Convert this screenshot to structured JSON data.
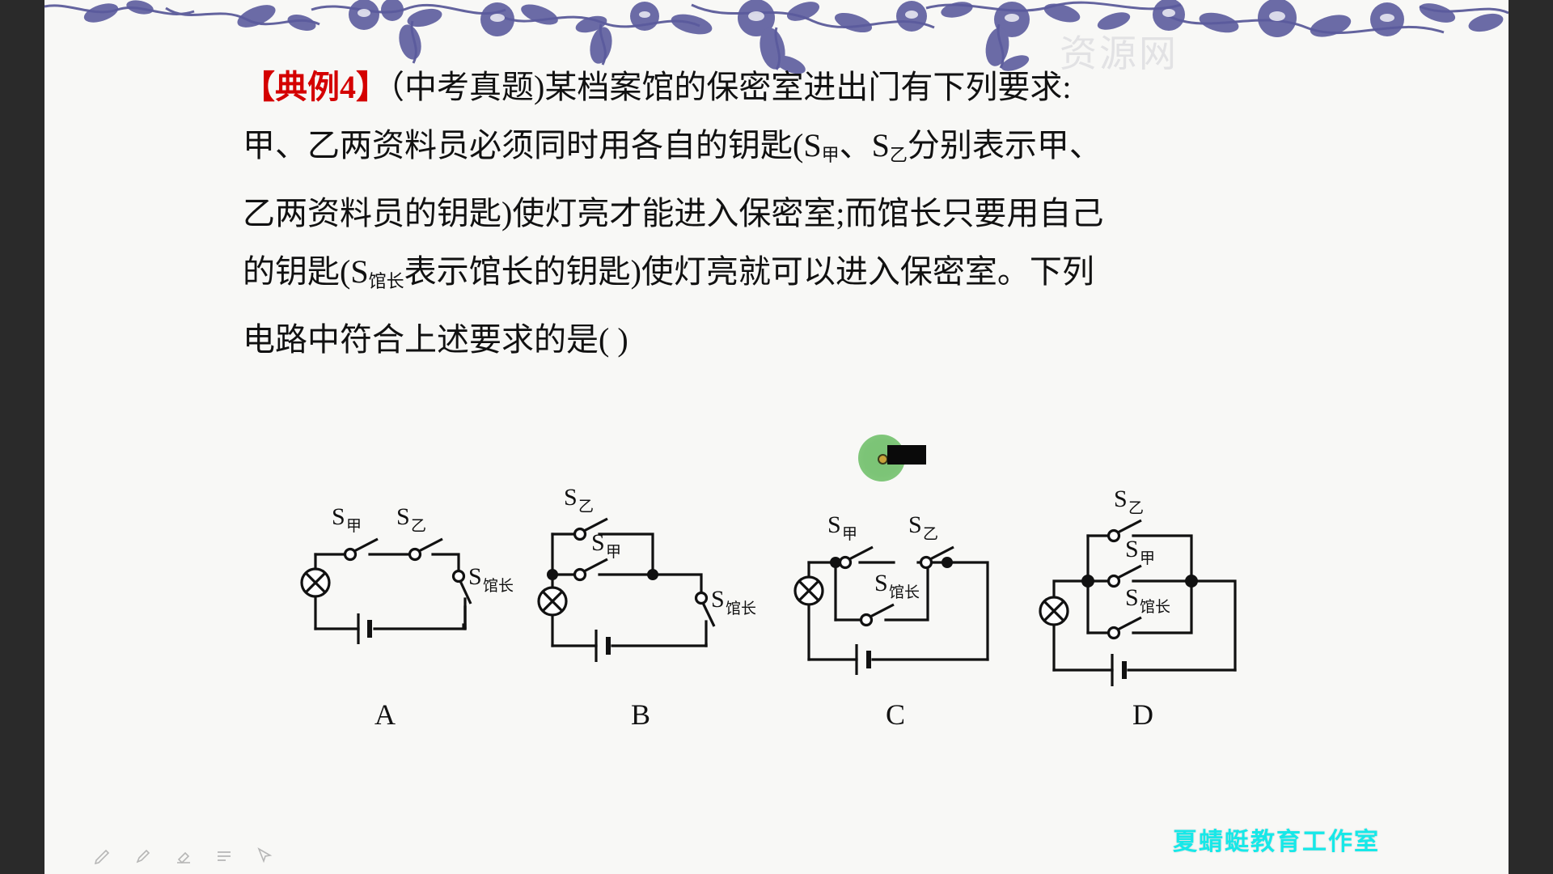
{
  "slide": {
    "question": {
      "tag": "【典例4】",
      "lines": [
        "（中考真题)某档案馆的保密室进出门有下列要求:",
        "甲、乙两资料员必须同时用各自的钥匙(S甲、S乙分别表示甲、",
        "乙两资料员的钥匙)使灯亮才能进入保密室;而馆长只要用自己",
        "的钥匙(S馆长表示馆长的钥匙)使灯亮就可以进入保密室。下列",
        "电路中符合上述要求的是(      )"
      ],
      "line1_a": "（中考真题)某档案馆的保密室进出门有下列要求",
      "line1_b": ":",
      "line2_a": "甲、乙两资料员必须同时用各自的钥匙(S",
      "line2_sub1": "甲",
      "line2_b": "、S",
      "line2_sub2": "乙",
      "line2_c": "分别表示甲、",
      "line3": "乙两资料员的钥匙)使灯亮才能进入保密室;而馆长只要用自己",
      "line4_a": "的钥匙(S",
      "line4_sub": "馆长",
      "line4_b": "表示馆长的钥匙)使灯亮就可以进入保密室。下列",
      "line5": "电路中符合上述要求的是(        )"
    },
    "watermark_top": "资源网",
    "watermark_bottom": "夏蜻蜓教育工作室",
    "accent_red": "#d40000",
    "accent_cyan": "#17e8e8",
    "border_blue": "#4a4a8f",
    "pointer_green": "#72c06c"
  },
  "switch_labels": {
    "jia": {
      "base": "S",
      "sub": "甲"
    },
    "yi": {
      "base": "S",
      "sub": "乙"
    },
    "guanzhang": {
      "base": "S",
      "sub": "馆长"
    }
  },
  "options": [
    {
      "id": "A",
      "label": "A",
      "description": "S甲 and S乙 in series in the top branch; S馆长 in series on the right side; lamp left, battery bottom",
      "switches": [
        "S甲",
        "S乙",
        "S馆长"
      ]
    },
    {
      "id": "B",
      "label": "B",
      "description": "S乙 and S甲 in parallel on the left; S馆长 in series on the right; lamp left, battery bottom",
      "switches": [
        "S乙",
        "S甲",
        "S馆长"
      ]
    },
    {
      "id": "C",
      "label": "C",
      "description": "S甲 and S乙 in series on top branch with S馆长 in parallel across them; lamp left, battery bottom",
      "switches": [
        "S甲",
        "S乙",
        "S馆长"
      ]
    },
    {
      "id": "D",
      "label": "D",
      "description": "S乙, S甲 and S馆长 all in parallel; lamp left, battery bottom",
      "switches": [
        "S乙",
        "S甲",
        "S馆长"
      ]
    }
  ],
  "toolbar": {
    "items": [
      "pen-icon",
      "highlighter-icon",
      "eraser-icon",
      "list-icon",
      "pointer-icon"
    ]
  }
}
